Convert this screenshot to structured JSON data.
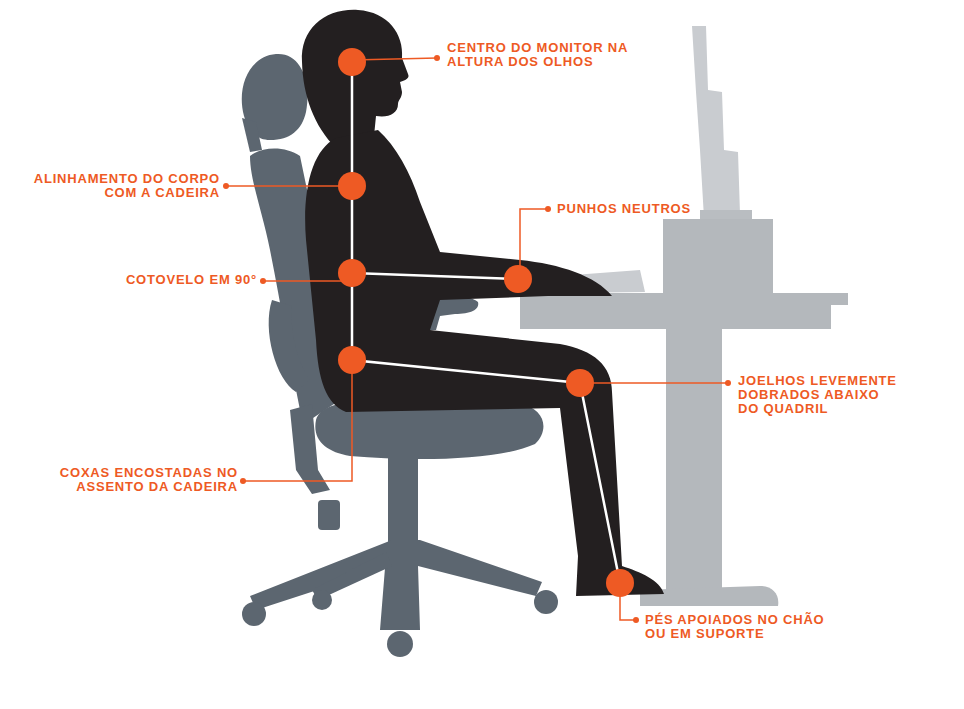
{
  "diagram": {
    "labels": [
      "CENTRO DO MONITOR NA ALTURA DOS OLHOS",
      "ALINHAMENTO DO CORPO COM A CADEIRA",
      "PUNHOS NEUTROS",
      "COTOVELO EM 90°",
      "JOELHOS LEVEMENTE DOBRADOS ABAIXO DO QUADRIL",
      "COXAS ENCOSTADAS NO ASSENTO DA CADEIRA",
      "PÉS APOIADOS NO CHÃO OU EM SUPORTE"
    ]
  }
}
